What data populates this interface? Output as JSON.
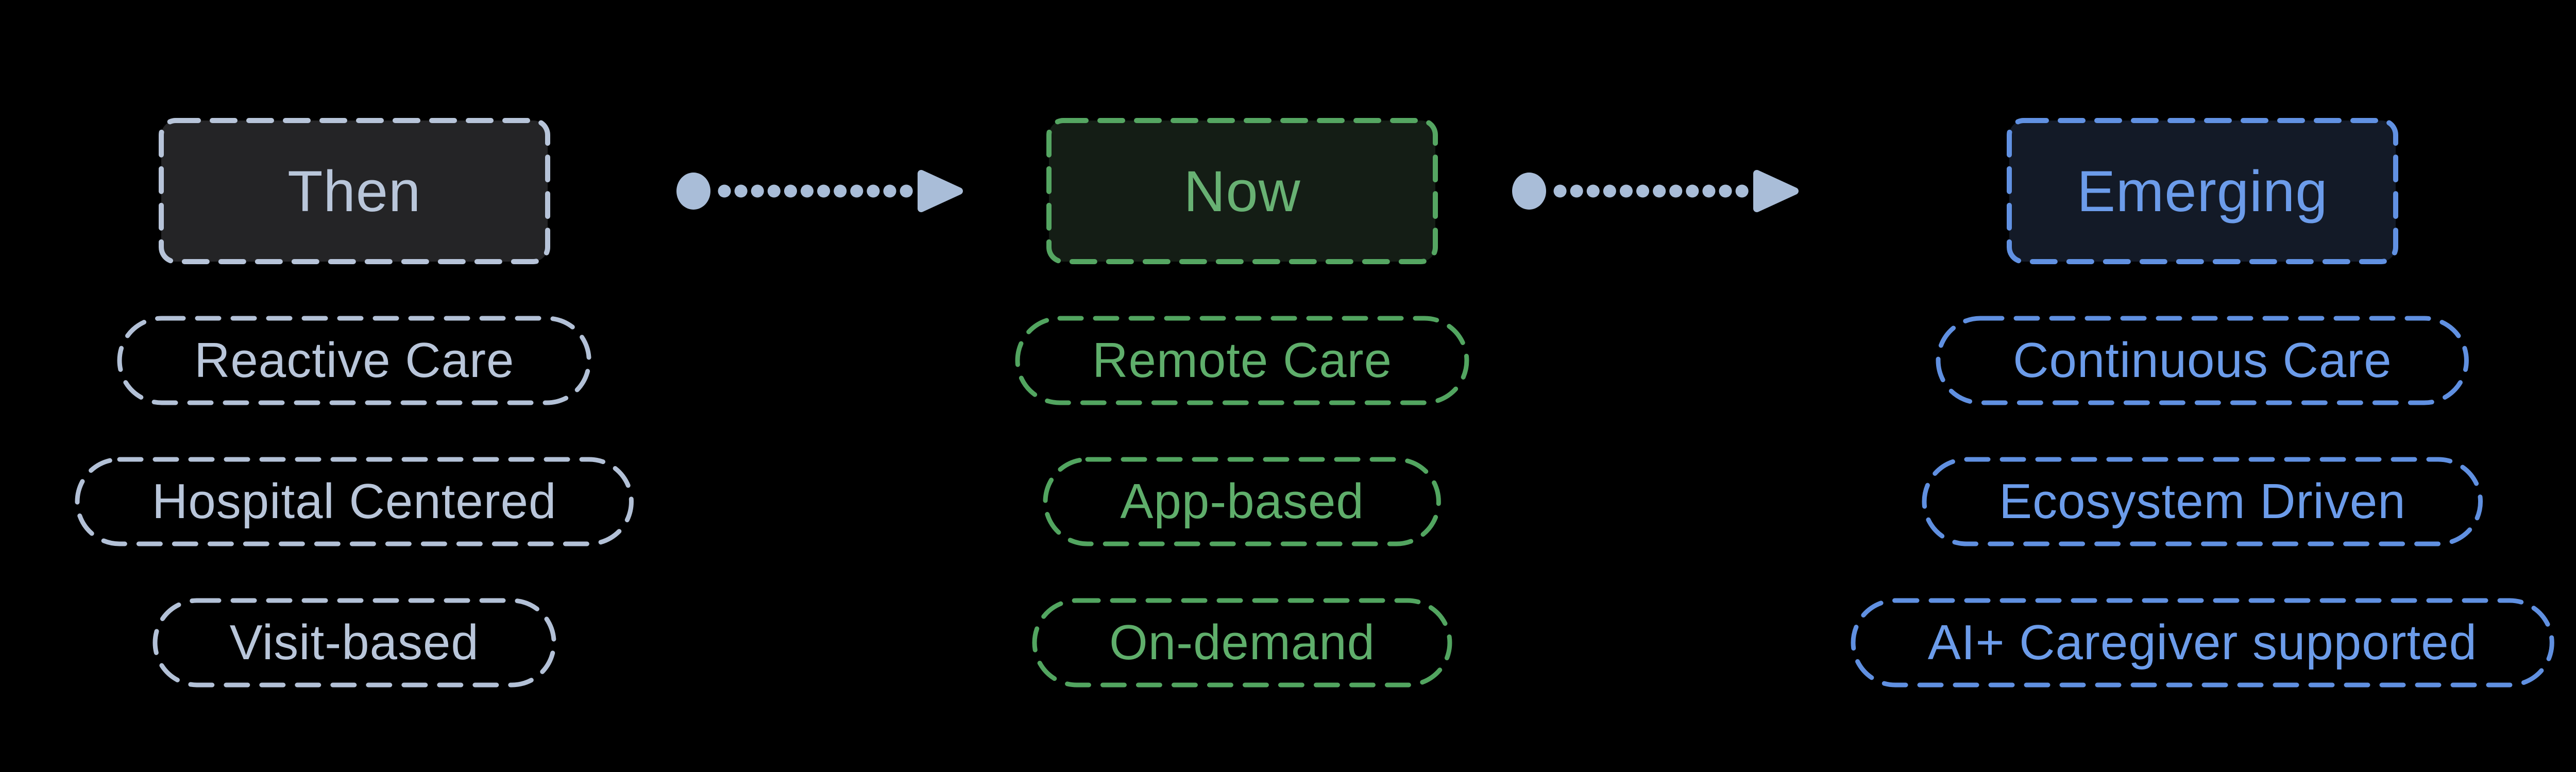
{
  "background": "#000000",
  "arrow_color": "#a9bdd8",
  "columns": [
    {
      "id": "then",
      "header": {
        "label": "Then",
        "fill": "#242426",
        "border_color": "#b7c4d9",
        "text_color": "#b9c6da"
      },
      "items": [
        "Reactive Care",
        "Hospital Centered",
        "Visit-based"
      ],
      "item_color": "#b9c6da"
    },
    {
      "id": "now",
      "header": {
        "label": "Now",
        "fill": "#141d15",
        "border_color": "#55a662",
        "text_color": "#68b173"
      },
      "items": [
        "Remote Care",
        "App-based",
        "On-demand"
      ],
      "item_color": "#5fae6b"
    },
    {
      "id": "emerging",
      "header": {
        "label": "Emerging",
        "fill": "#131a27",
        "border_color": "#6191e2",
        "text_color": "#6c9cea"
      },
      "items": [
        "Continuous Care",
        "Ecosystem Driven",
        "AI+ Caregiver supported"
      ],
      "item_color": "#6c9cea"
    }
  ],
  "arrows": [
    {
      "from": "Then",
      "to": "Now"
    },
    {
      "from": "Now",
      "to": "Emerging"
    }
  ]
}
